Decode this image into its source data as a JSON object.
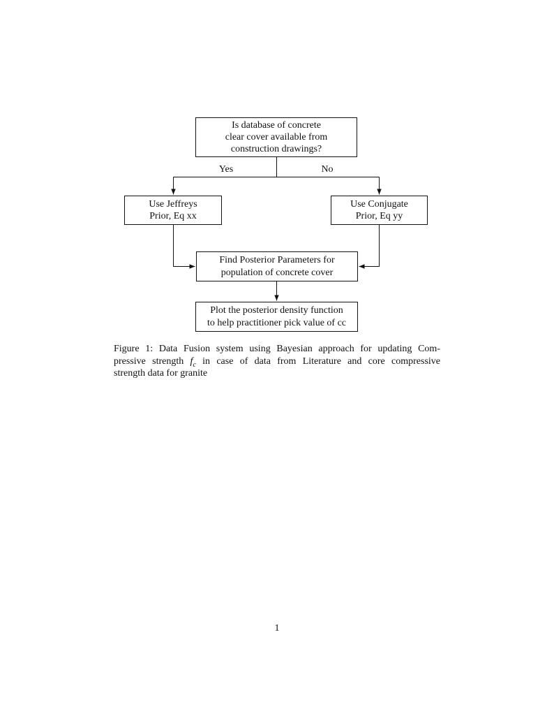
{
  "page": {
    "background": "#ffffff",
    "text_color": "#111111",
    "page_number": "1"
  },
  "flowchart": {
    "line_color": "#111111",
    "nodes": {
      "question": {
        "lines": [
          "Is database of concrete",
          "clear cover available from",
          "construction drawings?"
        ]
      },
      "jeffreys": {
        "lines": [
          "Use Jeffreys",
          "Prior, Eq xx"
        ]
      },
      "conjugate": {
        "lines": [
          "Use Conjugate",
          "Prior, Eq yy"
        ]
      },
      "posterior": {
        "lines": [
          "Find Posterior Parameters for",
          "population of concrete cover"
        ]
      },
      "plot": {
        "lines": [
          "Plot the posterior density function",
          "to help practitioner pick value of cc"
        ]
      }
    },
    "edge_labels": {
      "yes": "Yes",
      "no": "No"
    }
  },
  "caption": {
    "line1": "Figure 1: Data Fusion system using Bayesian approach for updating Com-",
    "line2_before": "pressive strength",
    "math_f": "f",
    "math_sub": "c",
    "line2_after": "in case of data from Literature and core compressive",
    "line3": "strength data for granite"
  }
}
